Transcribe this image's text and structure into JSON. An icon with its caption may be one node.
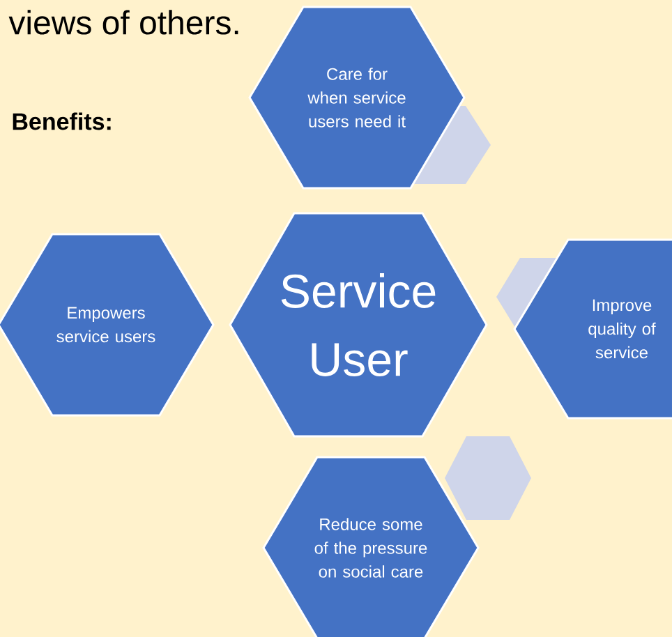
{
  "diagram": {
    "nodes": [
      {
        "text": [
          "Care for when service users need it"
        ]
      },
      {
        "text": [
          "Empowers service users"
        ]
      },
      {
        "text": [
          "Service User"
        ]
      },
      {
        "text": [
          "Improve quality of service"
        ]
      },
      {
        "text": [
          "Reduce some of the pressure on social care"
        ]
      },
      {
        "text": [],
        "shape": "hexagon"
      },
      {
        "text": [],
        "shape": "hexagon"
      },
      {
        "text": [],
        "shape": "hexagon"
      }
    ],
    "edges": [],
    "labels": [
      "views of others.",
      "Benefits:"
    ]
  }
}
